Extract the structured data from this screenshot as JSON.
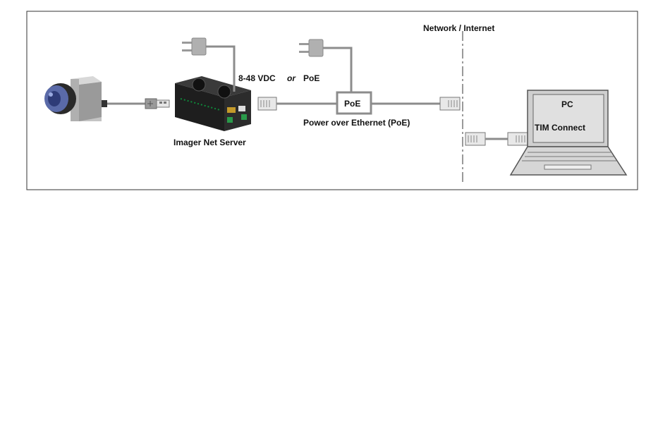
{
  "labels": {
    "network": "Network / Internet",
    "power_supply": "8-48 VDC",
    "power_or": "or",
    "power_poe": "PoE",
    "poe_box": "PoE",
    "poe_caption": "Power over Ethernet (PoE)",
    "server_caption": "Imager Net Server",
    "pc_title": "PC",
    "pc_software": "TIM Connect"
  },
  "colors": {
    "frame": "#333333",
    "cable": "#8c8c8c",
    "device_dark": "#1e1e1e",
    "camera_silver": "#b5b5b5",
    "lens_blue": "#4a5a9a",
    "laptop_gray": "#cfcfcf"
  },
  "icons": {
    "camera": "thermal-camera-icon",
    "usb": "usb-plug-icon",
    "server": "net-server-device-icon",
    "power_plug": "power-plug-icon",
    "rj45": "rj45-connector-icon",
    "laptop": "laptop-icon"
  }
}
